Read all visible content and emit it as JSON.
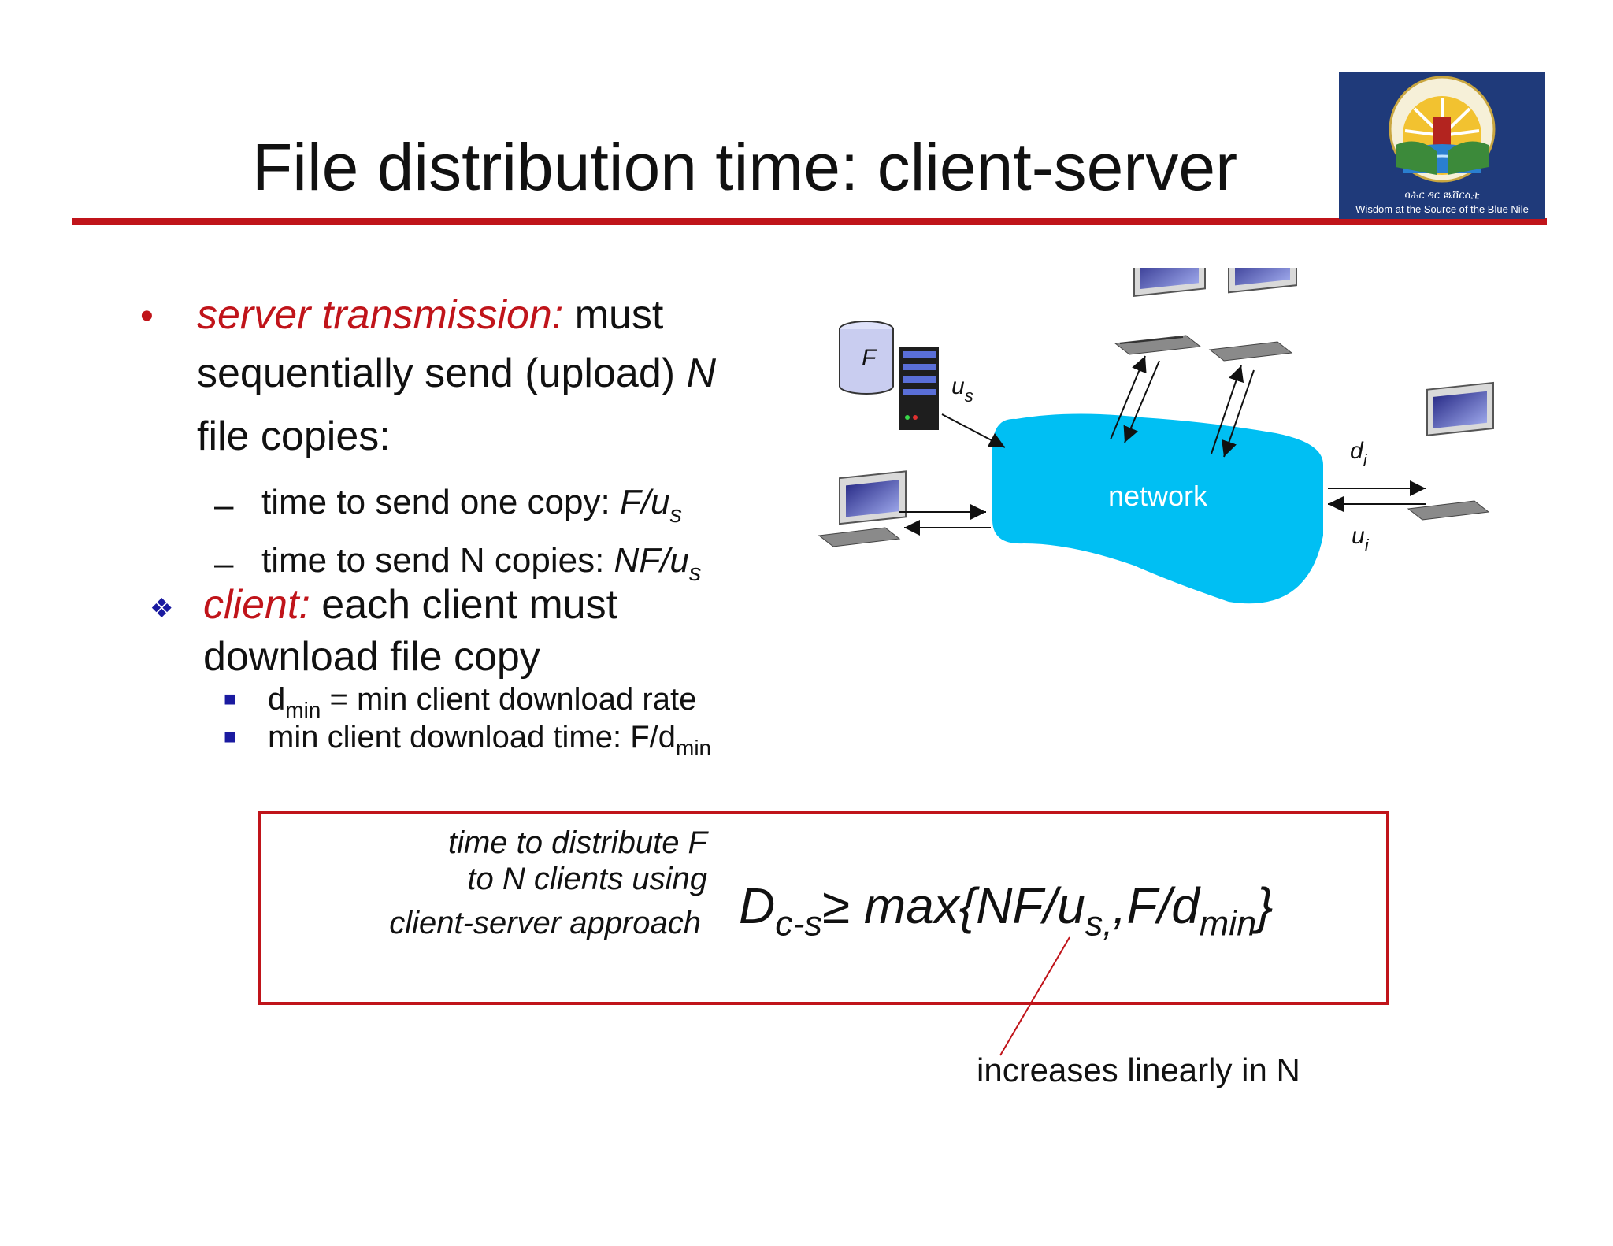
{
  "slide": {
    "title": "File distribution time: client-server",
    "logo": {
      "caption_amharic": "ባሕር ዳር ዩኒቨርሲቲ",
      "caption_english": "Wisdom at the Source of the Blue Nile",
      "colors": {
        "background": "#1f3a7a",
        "sun": "#f2c230",
        "water": "#2a7fd0",
        "green": "#3c8a3a"
      }
    },
    "server_transmission": {
      "bullet": "•",
      "heading": "server transmission:",
      "text_line1": " must",
      "text_line2": "sequentially send (upload) ",
      "text_line2_n": "N",
      "text_line3": "file copies:",
      "sub_items": [
        {
          "dash": "–",
          "text": "time to send one copy: ",
          "formula": "F/u",
          "sub": "s"
        },
        {
          "dash": "–",
          "text": "time to send N copies: ",
          "formula": "NF/u",
          "sub": "s"
        }
      ]
    },
    "client": {
      "bullet": "❖",
      "heading": "client:",
      "text_line1": " each client must",
      "text_line2": "download file copy",
      "sub_items": [
        {
          "bullet": "■",
          "pre": "d",
          "sub": "min",
          "post": " = min client download rate"
        },
        {
          "bullet": "■",
          "pre": "min client download time: F/d",
          "sub": "min",
          "post": ""
        }
      ]
    },
    "diagram": {
      "network_label": "network",
      "file_label": "F",
      "us_label": "u",
      "us_sub": "s",
      "di_label": "d",
      "di_sub": "i",
      "ui_label": "u",
      "ui_sub": "i",
      "network_color": "#00bff3"
    },
    "formula": {
      "desc_line1": "time to  distribute F",
      "desc_line2": "to N clients using",
      "desc_line3": "client-server approach",
      "D": "D",
      "D_sub": "c-s",
      "ge": "≥",
      "max_pre": " max{NF/u",
      "us_sub": "s,",
      "mid": ",F/d",
      "dmin_sub": "min",
      "close": "}"
    },
    "callout": "increases linearly in N",
    "colors": {
      "accent": "#c0141a",
      "bullet_blue": "#1a1aa0"
    }
  }
}
